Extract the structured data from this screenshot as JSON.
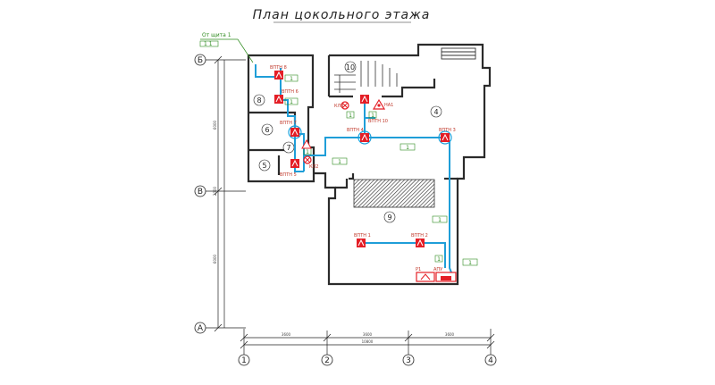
{
  "title": "План цокольного этажа",
  "colors": {
    "wall": "#2b2b2b",
    "cable": "#1f9ed8",
    "device": "#e41e26",
    "label_green": "#2e8b1e",
    "axis": "#222222"
  },
  "axes": {
    "horizontal": [
      "1",
      "2",
      "3",
      "4"
    ],
    "vertical": [
      "Б",
      "В",
      "А"
    ]
  },
  "rooms": [
    "8",
    "6",
    "7",
    "5",
    "10",
    "4",
    "9"
  ],
  "devices": {
    "ipr": [
      "ВПТН 8",
      "ВПТН 6",
      "ВПТН 7",
      "ВПТН 5",
      "ВПТН 4",
      "ВПТН 3",
      "ВПТН 2",
      "ВПТН 1",
      "ВПТН 10"
    ],
    "other": [
      "КЛ3",
      "КЛ2",
      "НА1",
      "Р1",
      "АПУ"
    ]
  },
  "cable_labels": [
    "1",
    "1",
    "1",
    "1",
    "1",
    "1",
    "1",
    "1",
    "1",
    "1"
  ],
  "incoming_label": {
    "line1": "От щита 1",
    "line2": "1 1"
  },
  "dimensions": {
    "left_segments": [
      "6000",
      "2000",
      "6000"
    ],
    "bottom_segments": [
      "3600",
      "3600",
      "3600"
    ],
    "bottom_total": "10800"
  }
}
